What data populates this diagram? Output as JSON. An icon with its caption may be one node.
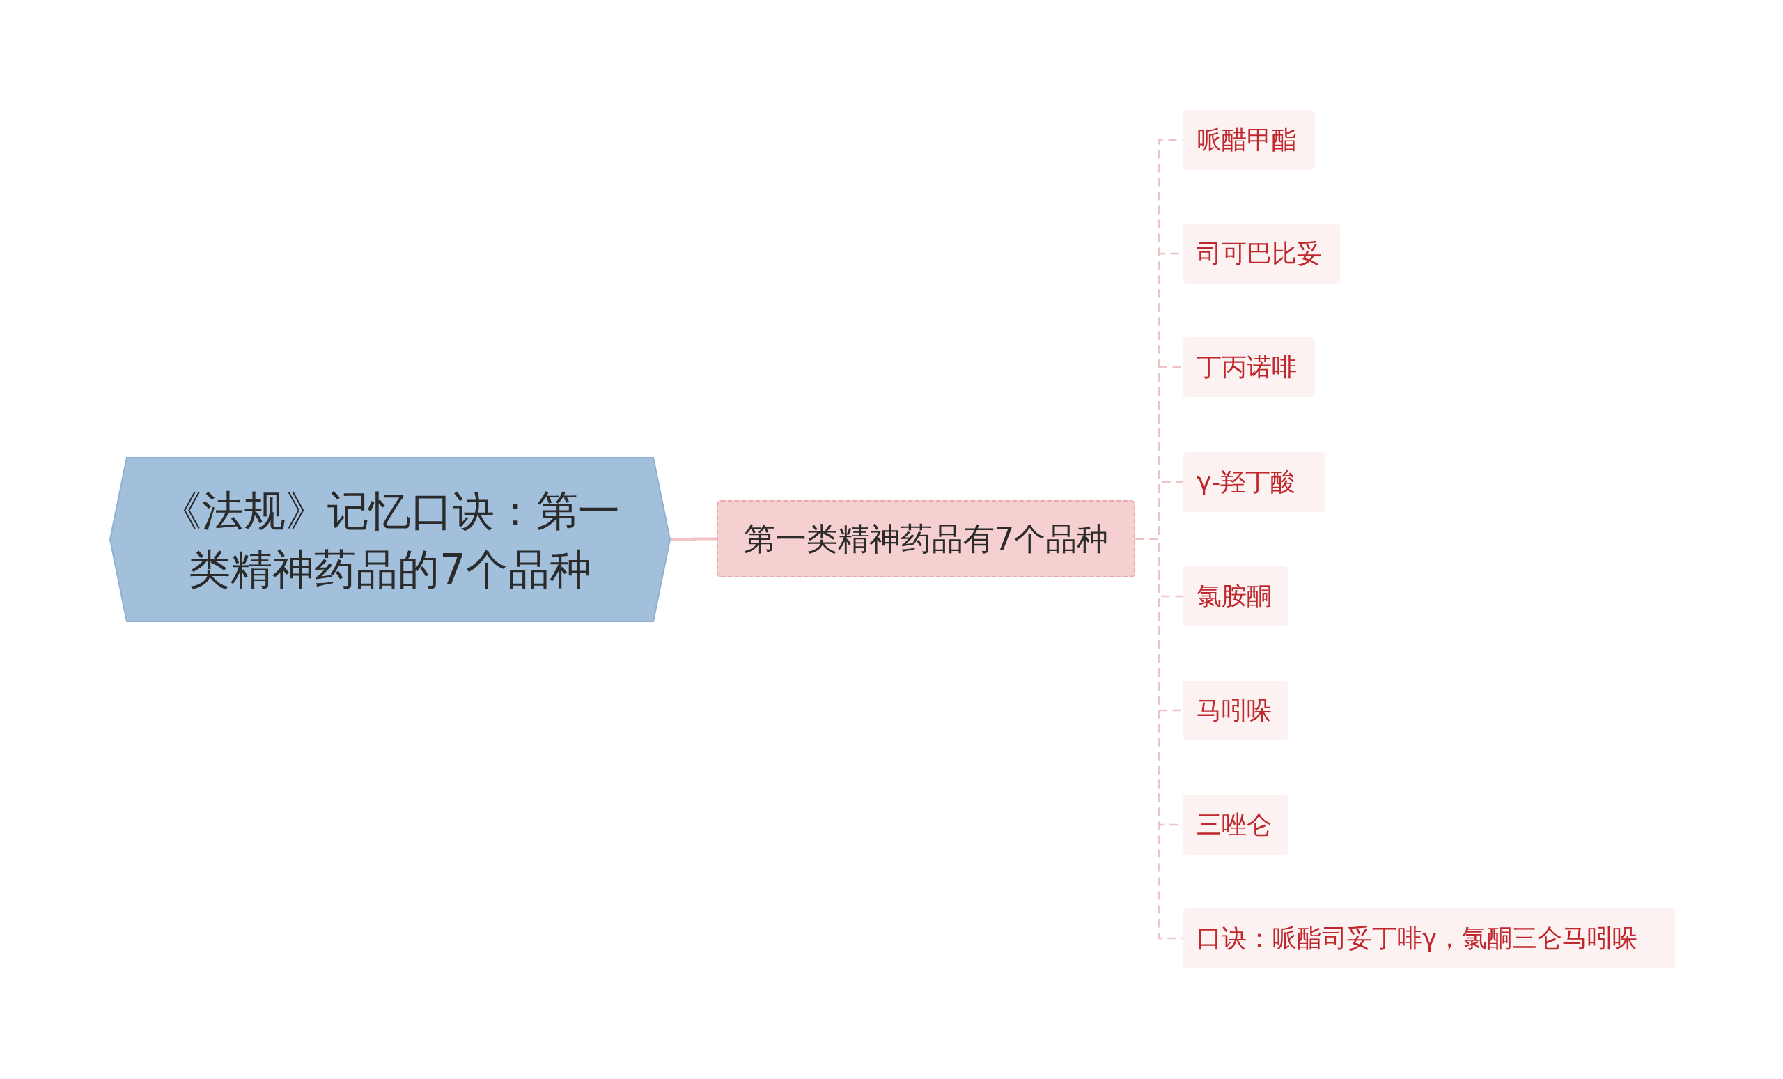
{
  "diagram": {
    "nodes": [
      {
        "text": [
          "《法规》记忆口诀：第一类精神药品的7个品种"
        ]
      },
      {
        "text": [
          "第一类精神药品有7个品种"
        ]
      },
      {
        "text": [
          "哌醋甲酯"
        ]
      },
      {
        "text": [
          "司可巴比妥"
        ]
      },
      {
        "text": [
          "丁丙诺啡"
        ]
      },
      {
        "text": [
          "γ-羟丁酸"
        ]
      },
      {
        "text": [
          "氯胺酮"
        ]
      },
      {
        "text": [
          "马吲哚"
        ]
      },
      {
        "text": [
          "三唑仑"
        ]
      },
      {
        "text": [
          "口诀：哌酯司妥丁啡γ，氯酮三仑马吲哚"
        ]
      }
    ],
    "edges": [
      {
        "from": 0,
        "to": 1,
        "arrow": "none"
      },
      {
        "from": 1,
        "to": 2,
        "arrow": "none",
        "style": "dashed"
      },
      {
        "from": 1,
        "to": 3,
        "arrow": "none",
        "style": "dashed"
      },
      {
        "from": 1,
        "to": 4,
        "arrow": "none",
        "style": "dashed"
      },
      {
        "from": 1,
        "to": 5,
        "arrow": "none",
        "style": "dashed"
      },
      {
        "from": 1,
        "to": 6,
        "arrow": "none",
        "style": "dashed"
      },
      {
        "from": 1,
        "to": 7,
        "arrow": "none",
        "style": "dashed"
      },
      {
        "from": 1,
        "to": 8,
        "arrow": "none",
        "style": "dashed"
      },
      {
        "from": 1,
        "to": 9,
        "arrow": "none",
        "style": "dashed"
      }
    ]
  }
}
